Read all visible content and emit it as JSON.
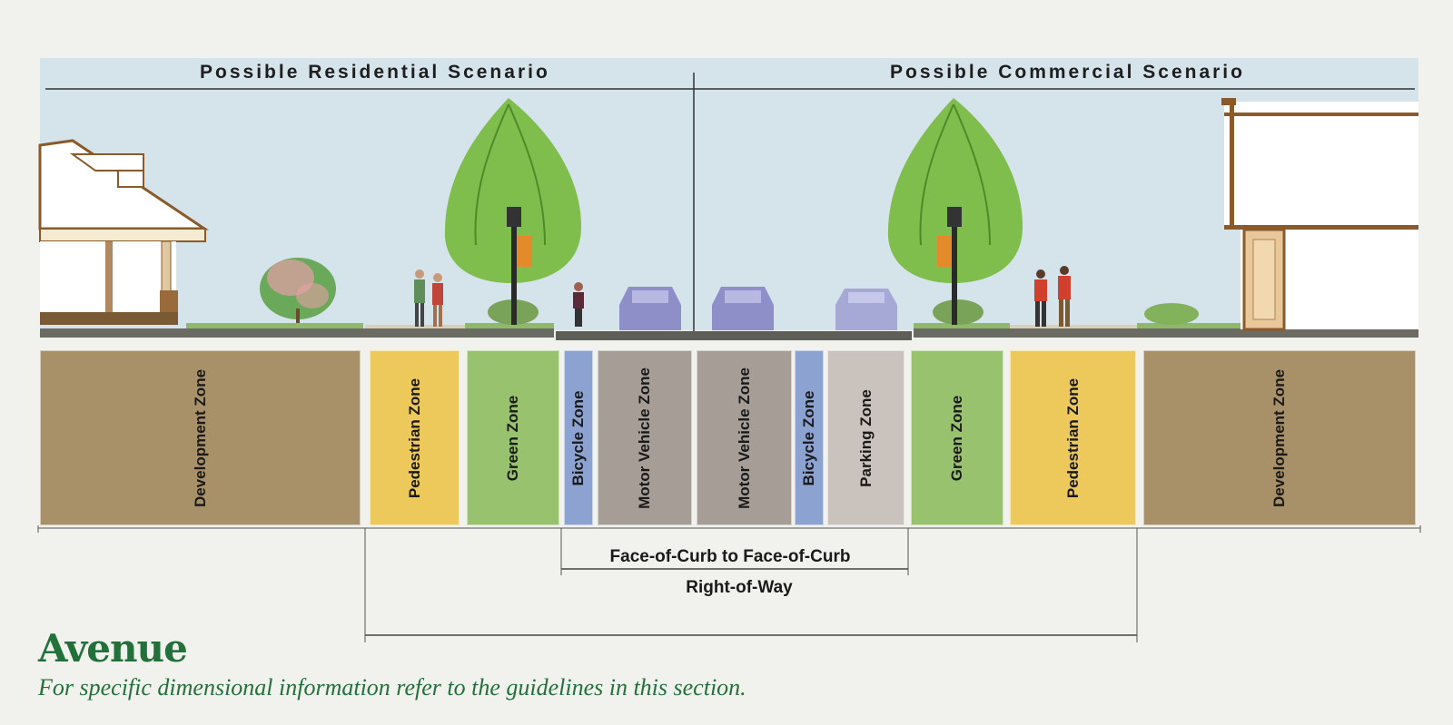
{
  "header": {
    "residential_title": "Possible Residential Scenario",
    "commercial_title": "Possible Commercial Scenario"
  },
  "colors": {
    "development": "#a89068",
    "pedestrian": "#ecc95a",
    "green": "#98c26e",
    "bicycle": "#8ca3d2",
    "motor_vehicle": "#a69d96",
    "parking": "#c9c2bd",
    "sky": "#dbe7ee",
    "title_green": "#23713a"
  },
  "zones": [
    {
      "label": "Development Zone",
      "type": "development"
    },
    {
      "label": "Pedestrian Zone",
      "type": "pedestrian"
    },
    {
      "label": "Green Zone",
      "type": "green"
    },
    {
      "label": "Bicycle Zone",
      "type": "bicycle"
    },
    {
      "label": "Motor Vehicle Zone",
      "type": "motor_vehicle"
    },
    {
      "label": "Motor Vehicle Zone",
      "type": "motor_vehicle"
    },
    {
      "label": "Bicycle Zone",
      "type": "bicycle"
    },
    {
      "label": "Parking Zone",
      "type": "parking"
    },
    {
      "label": "Green Zone",
      "type": "green"
    },
    {
      "label": "Pedestrian Zone",
      "type": "pedestrian"
    },
    {
      "label": "Development Zone",
      "type": "development"
    }
  ],
  "dimensions": {
    "face_of_curb": "Face-of-Curb to Face-of-Curb",
    "right_of_way": "Right-of-Way"
  },
  "footer": {
    "title": "Avenue",
    "note": "For specific dimensional information refer to the guidelines in this section."
  }
}
